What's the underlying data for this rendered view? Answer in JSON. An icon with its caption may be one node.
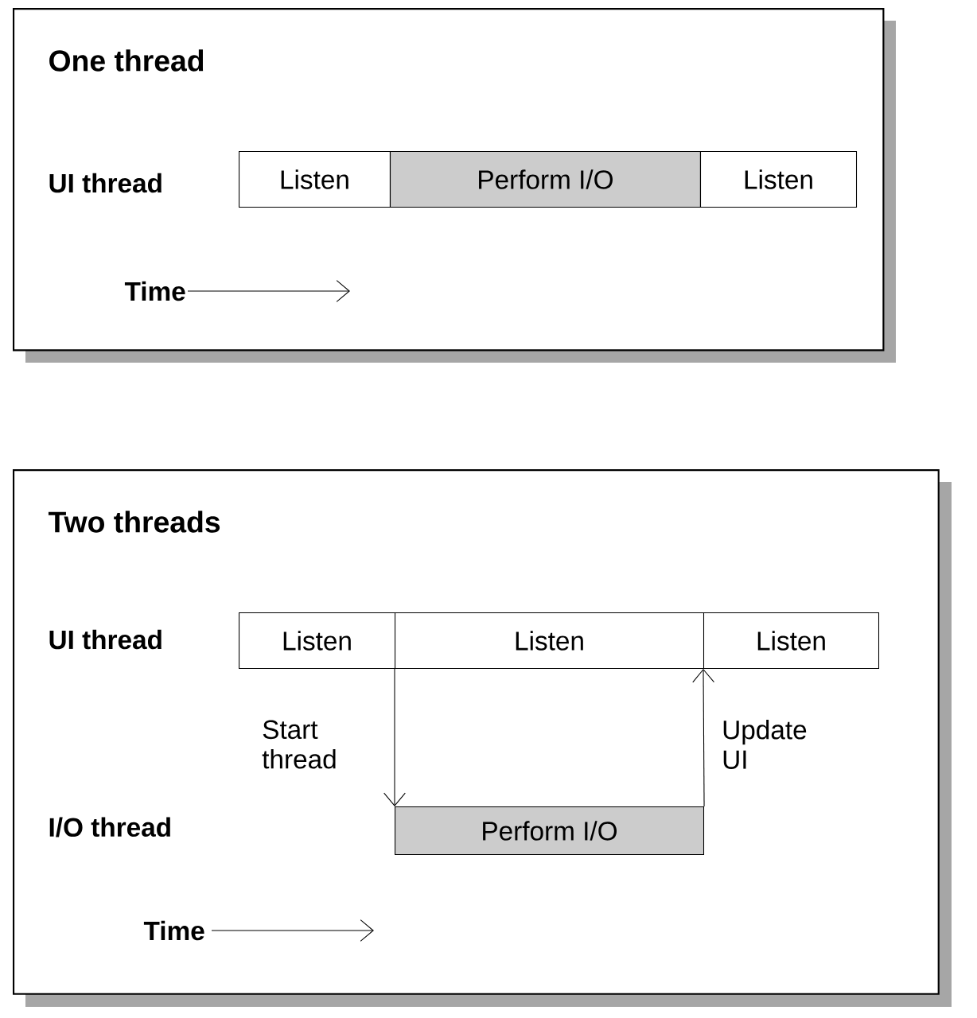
{
  "diagram": {
    "nodes": [
      {
        "text": [
          "One thread"
        ]
      },
      {
        "text": [
          "Listen"
        ],
        "in": 0
      },
      {
        "text": [
          "Perform I/O"
        ],
        "in": 0
      },
      {
        "text": [
          "Listen"
        ],
        "in": 0
      },
      {
        "text": [
          "Two threads"
        ]
      },
      {
        "text": [
          "Listen"
        ],
        "in": 4
      },
      {
        "text": [
          "Listen"
        ],
        "in": 4
      },
      {
        "text": [
          "Listen"
        ],
        "in": 4
      },
      {
        "text": [
          "Perform I/O"
        ],
        "in": 4
      }
    ],
    "edges": [
      {
        "from": 6,
        "to": 8,
        "arrow": "to",
        "label": "Start thread"
      },
      {
        "from": 8,
        "to": 7,
        "arrow": "to",
        "label": "Update UI"
      }
    ],
    "labels": [
      "UI thread",
      "Time",
      "UI thread",
      "I/O thread",
      "Time"
    ]
  }
}
